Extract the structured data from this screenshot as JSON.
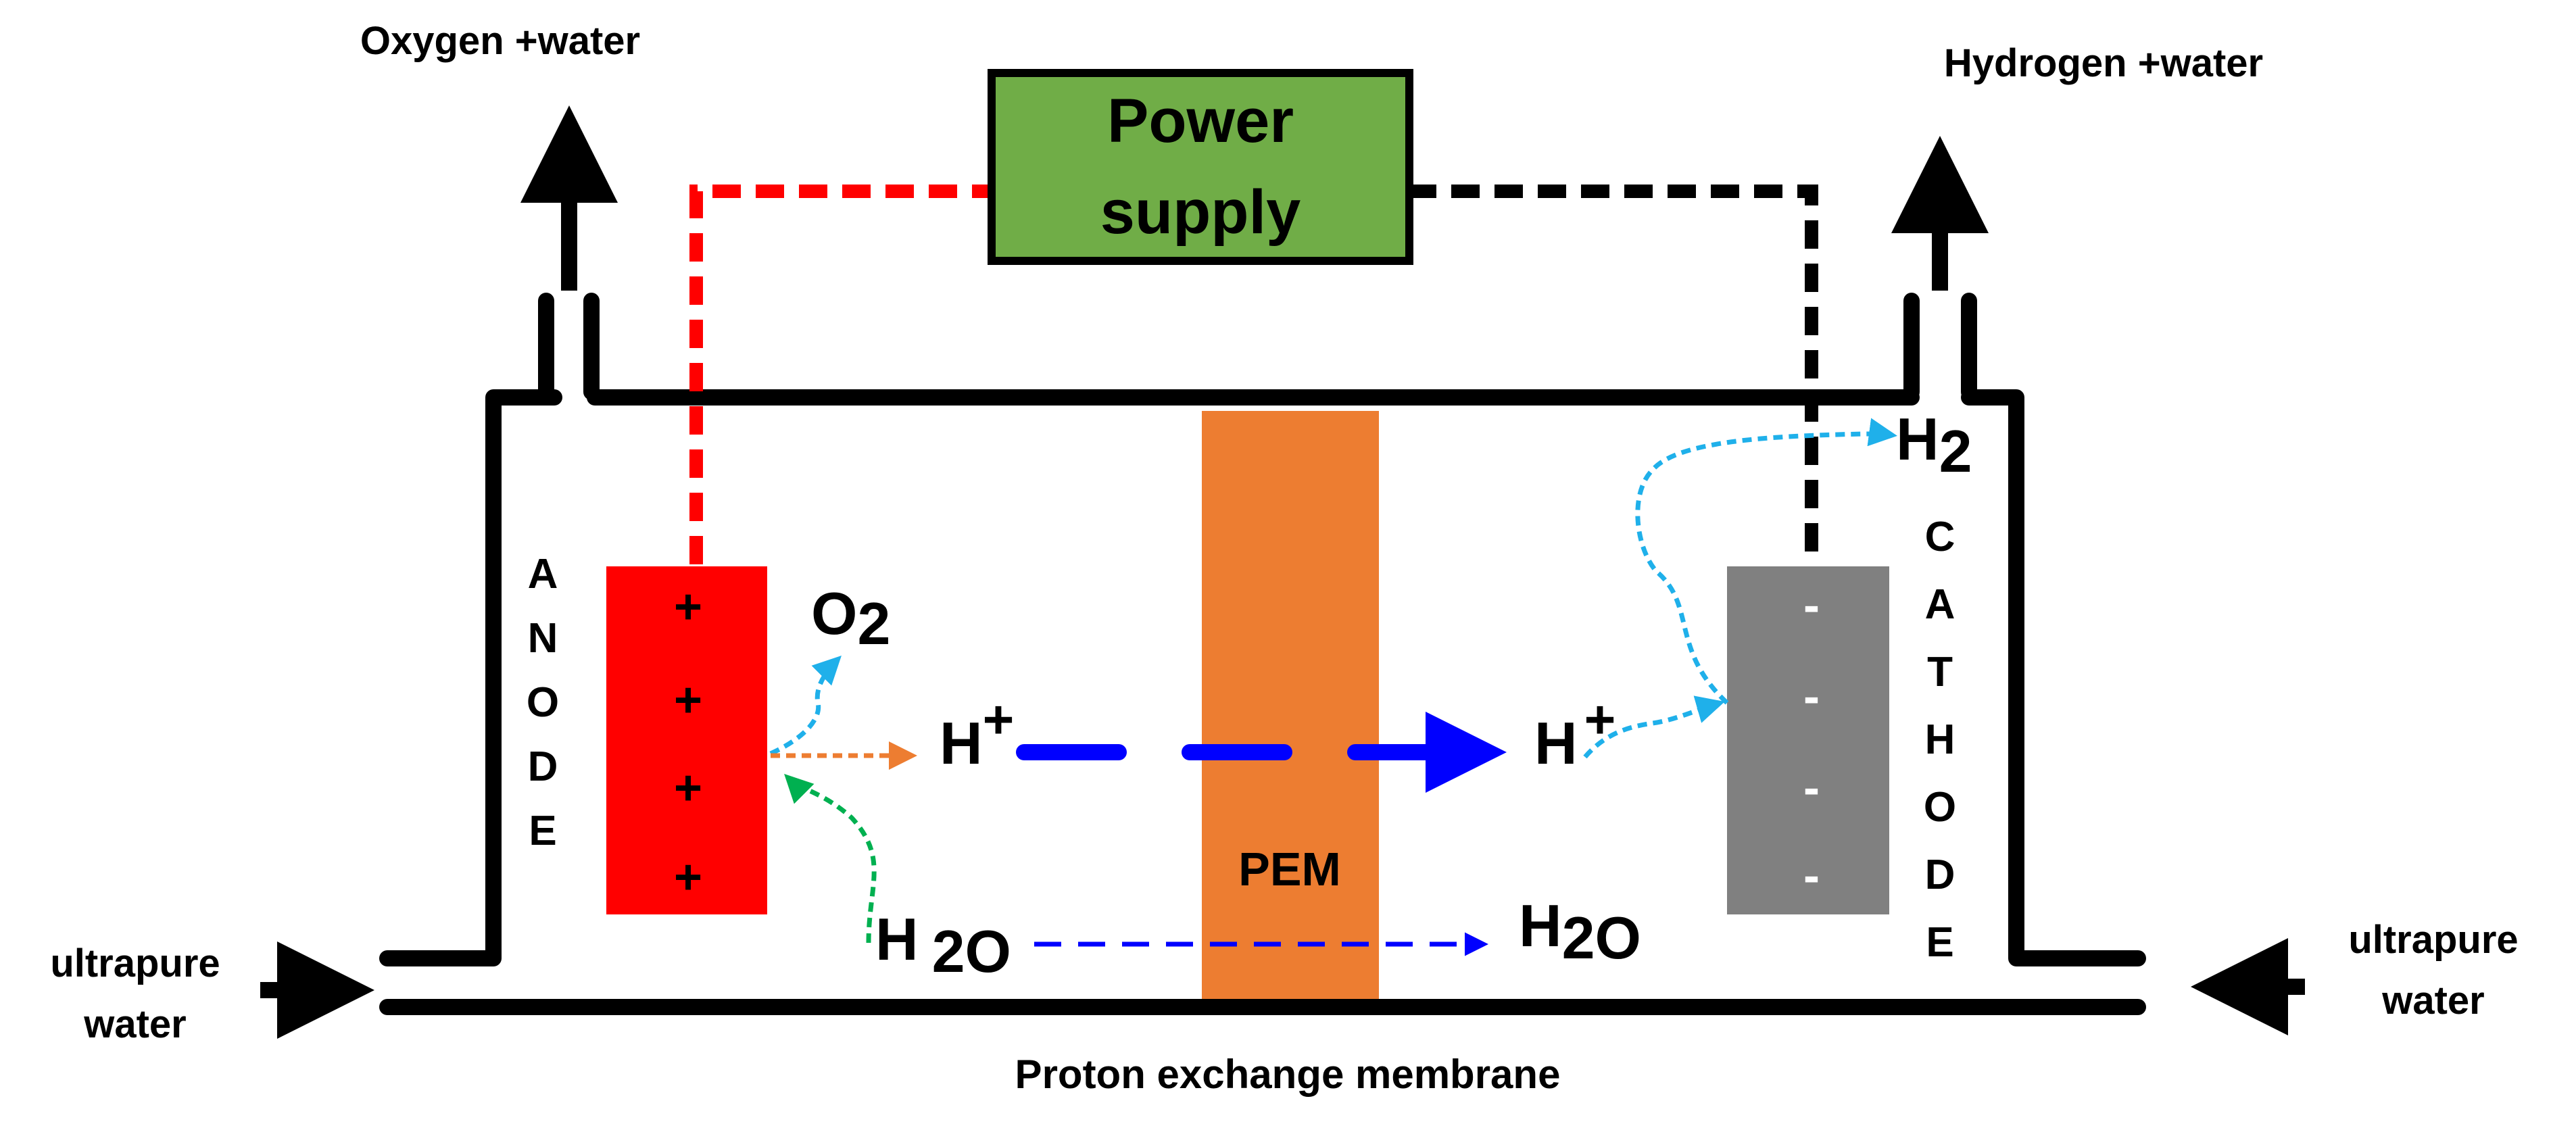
{
  "labels": {
    "oxygen_out": "Oxygen +water",
    "hydrogen_out": "Hydrogen +water",
    "power_supply_line1": "Power",
    "power_supply_line2": "supply",
    "inlet_left_line1": "ultrapure",
    "inlet_left_line2": "water",
    "inlet_right_line1": "ultrapure",
    "inlet_right_line2": "water",
    "pem": "PEM",
    "caption": "Proton exchange membrane"
  },
  "anode": {
    "letters": [
      "A",
      "N",
      "O",
      "D",
      "E"
    ],
    "signs": [
      "+",
      "+",
      "+",
      "+"
    ]
  },
  "cathode": {
    "letters": [
      "C",
      "A",
      "T",
      "H",
      "O",
      "D",
      "E"
    ],
    "signs": [
      "-",
      "-",
      "-",
      "-"
    ]
  },
  "species": {
    "o2": "O",
    "o2_sub": "2",
    "h_plus_left": "H",
    "h_plus_left_sup": "+",
    "h_plus_right": "H",
    "h_plus_right_sup": "+",
    "h2o_left": "H",
    "h2o_left_sub": "2O",
    "h2o_right": "H",
    "h2o_right_sub": "2O",
    "h2": "H",
    "h2_sub": "2"
  },
  "colors": {
    "anode": "#ff0000",
    "cathode": "#808080",
    "pem": "#ed7d31",
    "power_supply": "#70ad47",
    "proton_arrow": "#0000ff",
    "gas_arrow": "#1fb0ea",
    "water_arrow": "#00b050",
    "orange_arrow": "#ed7d31"
  }
}
